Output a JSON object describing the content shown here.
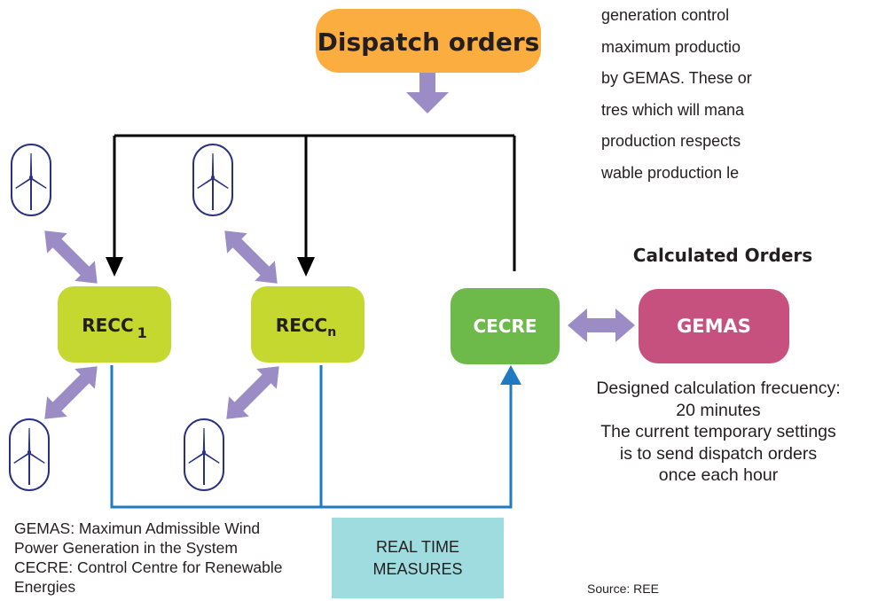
{
  "diagram": {
    "dispatch_orders": "Dispatch orders",
    "calculated_orders": "Calculated Orders",
    "recc1": {
      "name": "RECC",
      "sub": "1"
    },
    "reccn": {
      "name": "RECC",
      "sub": "n"
    },
    "cecre": "CECRE",
    "gemas": "GEMAS",
    "real_time_measures": [
      "REAL TIME",
      "MEASURES"
    ],
    "side_text": [
      "generation control",
      "maximum productio",
      "by GEMAS. These or",
      "tres which will mana",
      "production respects",
      "wable production le"
    ],
    "frequency_note": [
      "Designed calculation frecuency:",
      "20 minutes",
      "The current temporary settings",
      "is to send dispatch orders",
      "once each hour"
    ],
    "legend": [
      "GEMAS: Maximun Admissible Wind",
      "Power Generation in the System",
      "CECRE: Control Centre for Renewable",
      "Energies"
    ],
    "source": "Source: REE"
  },
  "colors": {
    "dispatch_box": "#fbad3f",
    "recc_box": "#c5d82f",
    "cecre_box": "#6db94a",
    "gemas_box": "#c7517e",
    "arrow_purple": "#9b8cc6",
    "line_black": "#000000",
    "line_blue": "#1f7bc0",
    "turbine_outline": "#2a3082",
    "rtm_box": "#9fdcdf"
  },
  "icons": [
    "wind-turbine-icon"
  ]
}
